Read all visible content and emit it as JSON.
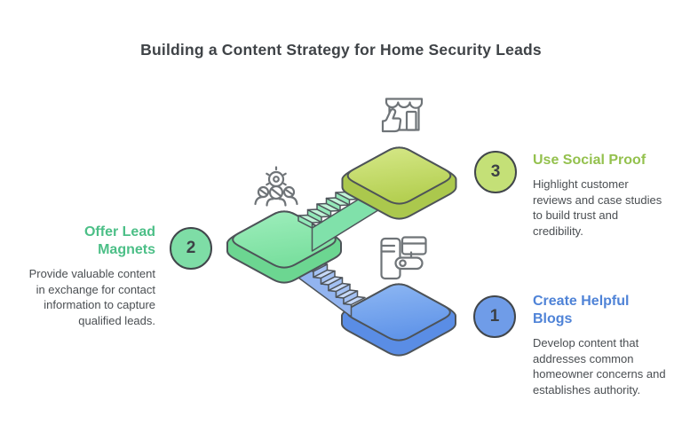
{
  "title": "Building a Content Strategy for Home Security Leads",
  "title_color": "#3f4347",
  "body_text_color": "#4a4e52",
  "steps": [
    {
      "number": "1",
      "heading": "Create Helpful Blogs",
      "description": "Develop content that addresses common homeowner concerns and establishes authority.",
      "accent_color": "#4f83d7",
      "circle_fill": "#6f9ce8"
    },
    {
      "number": "2",
      "heading": "Offer Lead Magnets",
      "description": "Provide valuable content in exchange for contact information to capture qualified leads.",
      "accent_color": "#4cbf87",
      "circle_fill": "#7edda6"
    },
    {
      "number": "3",
      "heading": "Use Social Proof",
      "description": "Highlight customer reviews and case studies to build trust and credibility.",
      "accent_color": "#94c14e",
      "circle_fill": "#c4e077"
    }
  ],
  "graphic": {
    "description": "isometric staircase with three platforms",
    "platform_colors": {
      "lime_top": "#c9df6e",
      "lime_side": "#abc84d",
      "mint_top": "#8ce4ad",
      "mint_side": "#6cd691",
      "blue_top": "#77a5ee",
      "blue_side": "#5a8de5"
    },
    "icons": [
      "storefront-thumbs-up-icon",
      "gear-team-icon",
      "blog-device-icon"
    ]
  }
}
